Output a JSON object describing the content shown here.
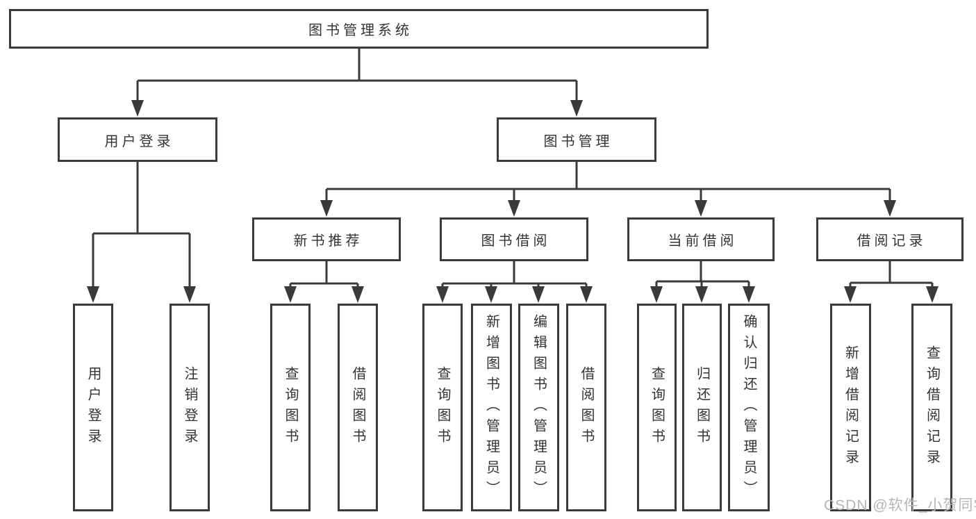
{
  "diagram": {
    "type": "tree",
    "root": {
      "label": "图书管理系统",
      "children": [
        {
          "label": "用户登录",
          "children": [
            {
              "label": "用户登录"
            },
            {
              "label": "注销登录"
            }
          ]
        },
        {
          "label": "图书管理",
          "children": [
            {
              "label": "新书推荐",
              "children": [
                {
                  "label": "查询图书"
                },
                {
                  "label": "借阅图书"
                }
              ]
            },
            {
              "label": "图书借阅",
              "children": [
                {
                  "label": "查询图书"
                },
                {
                  "label": "新增图书（管理员）"
                },
                {
                  "label": "编辑图书（管理员）"
                },
                {
                  "label": "借阅图书"
                }
              ]
            },
            {
              "label": "当前借阅",
              "children": [
                {
                  "label": "查询图书"
                },
                {
                  "label": "归还图书"
                },
                {
                  "label": "确认归还（管理员）"
                }
              ]
            },
            {
              "label": "借阅记录",
              "children": [
                {
                  "label": "新增借阅记录"
                },
                {
                  "label": "查询借阅记录"
                }
              ]
            }
          ]
        }
      ]
    }
  },
  "watermark": {
    "text": "CSDN @软件_小贺同学"
  },
  "colors": {
    "background": "#ffffff",
    "line": "#3a3a3a",
    "box_border": "#3a3a3a",
    "text": "#333333",
    "watermark": "#b5b5b5"
  }
}
